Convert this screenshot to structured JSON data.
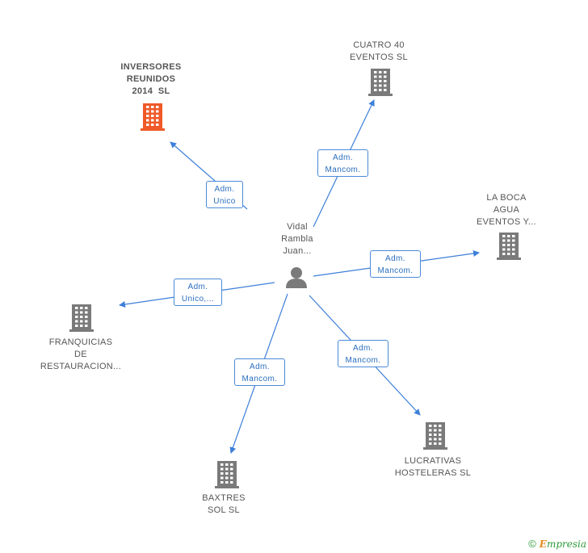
{
  "center": {
    "lines": [
      "Vidal",
      "Rambla",
      "Juan..."
    ]
  },
  "companies": [
    {
      "id": "inversores",
      "lines": [
        "INVERSORES",
        "REUNIDOS",
        "2014  SL"
      ],
      "highlight": true
    },
    {
      "id": "cuatro40",
      "lines": [
        "CUATRO 40",
        "EVENTOS SL"
      ]
    },
    {
      "id": "laboca",
      "lines": [
        "LA BOCA",
        "AGUA",
        "EVENTOS Y..."
      ]
    },
    {
      "id": "franquicias",
      "lines": [
        "FRANQUICIAS",
        "DE",
        "RESTAURACION..."
      ]
    },
    {
      "id": "baxtres",
      "lines": [
        "BAXTRES",
        "SOL SL"
      ]
    },
    {
      "id": "lucrativas",
      "lines": [
        "LUCRATIVAS",
        "HOSTELERAS SL"
      ]
    }
  ],
  "relations": [
    {
      "target": "inversores",
      "lines": [
        "Adm.",
        "Unico"
      ]
    },
    {
      "target": "cuatro40",
      "lines": [
        "Adm.",
        "Mancom."
      ]
    },
    {
      "target": "laboca",
      "lines": [
        "Adm.",
        "Mancom."
      ]
    },
    {
      "target": "franquicias",
      "lines": [
        "Adm.",
        "Unico,..."
      ]
    },
    {
      "target": "baxtres",
      "lines": [
        "Adm.",
        "Mancom."
      ]
    },
    {
      "target": "lucrativas",
      "lines": [
        "Adm.",
        "Mancom."
      ]
    }
  ],
  "colors": {
    "edge": "#3d7fd9",
    "building": "#7a7a7a",
    "building_highlight": "#ef5a28",
    "person": "#7a7a7a"
  },
  "footer": {
    "copyright": "©",
    "brand_first": "E",
    "brand_rest": "mpresia"
  }
}
